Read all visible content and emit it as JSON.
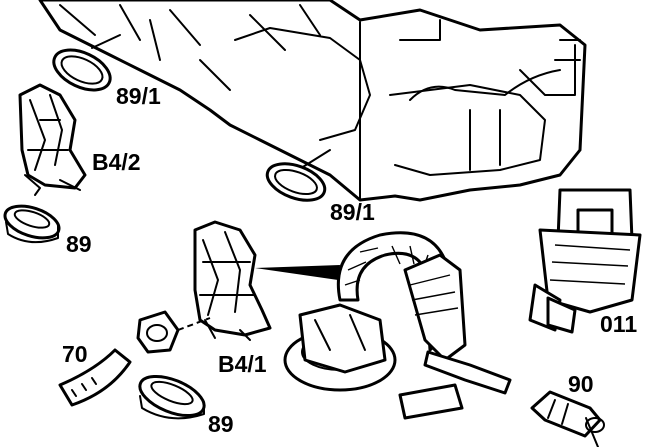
{
  "labels": {
    "seal_upper": "89/1",
    "seal_lower": "89/1",
    "sensor_b42": "B4/2",
    "ring_left": "89",
    "sensor_b41": "B4/1",
    "hose": "70",
    "ring_bottom": "89",
    "tool": "011",
    "clamp": "90"
  },
  "colors": {
    "ink": "#000000",
    "paper": "#ffffff"
  }
}
